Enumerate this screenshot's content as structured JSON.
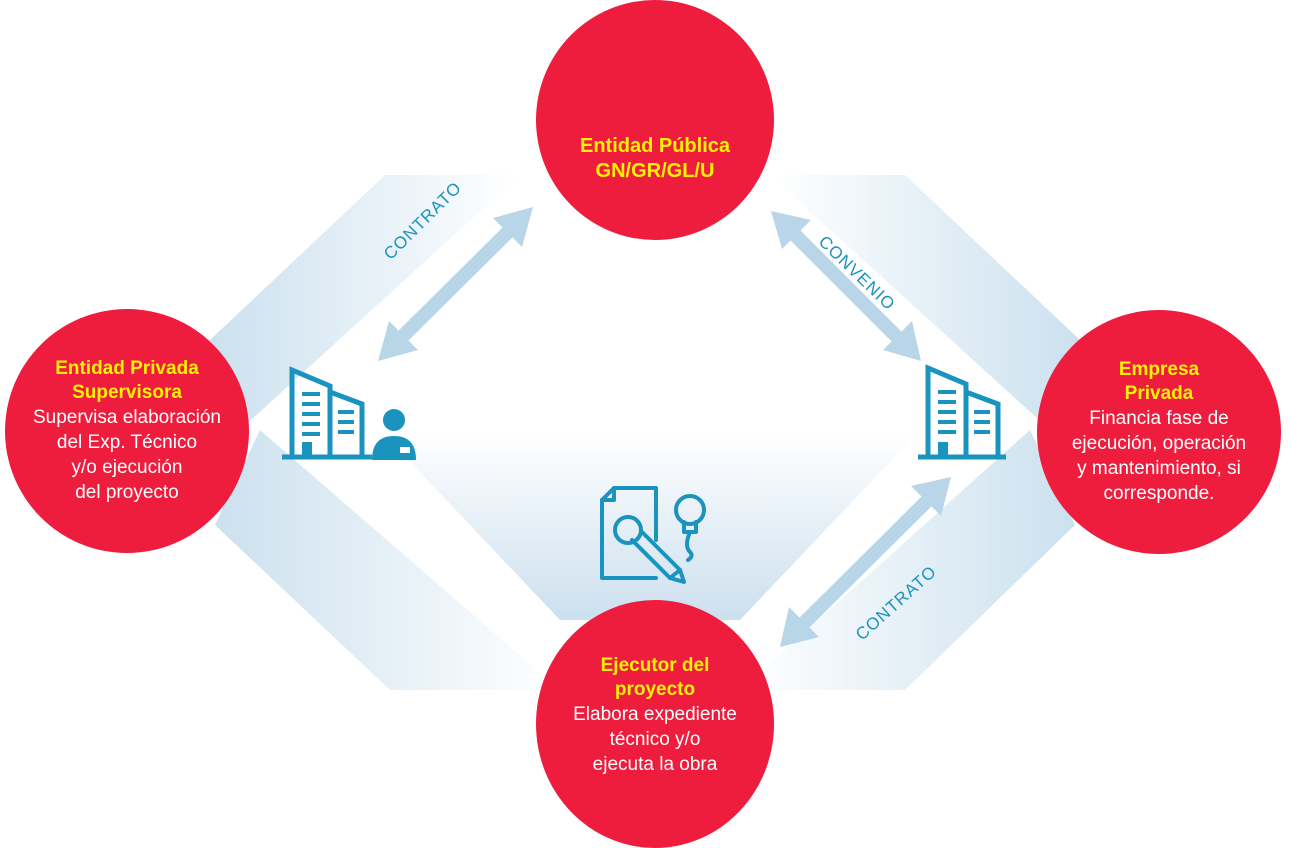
{
  "nodes": {
    "publica": {
      "title": "Entidad Pública\nGN/GR/GL/U"
    },
    "supervisora": {
      "title": "Entidad Privada\nSupervisora",
      "desc": "Supervisa elaboración\ndel Exp. Técnico\ny/o ejecución\ndel proyecto"
    },
    "empresa": {
      "title": "Empresa\nPrivada",
      "desc": "Financia fase de\nejecución, operación\ny mantenimiento, si\ncorresponde."
    },
    "ejecutor": {
      "title": "Ejecutor del\nproyecto",
      "desc": "Elabora expediente\ntécnico y/o\nejecuta la obra"
    }
  },
  "relations": {
    "publica_supervisora": "CONTRATO",
    "publica_empresa": "CONVENIO",
    "empresa_ejecutor": "CONTRATO"
  },
  "icons": {
    "publica": "government-building-icon",
    "supervisora": "office-building-person-icon",
    "empresa": "office-building-icon",
    "ejecutor": "document-idea-pencil-icon"
  },
  "colors": {
    "node": "#ee1d3d",
    "title": "#fff200",
    "icon": "#1a93bf",
    "arrow": "#b9d5e8",
    "band": "#c9dfee"
  }
}
